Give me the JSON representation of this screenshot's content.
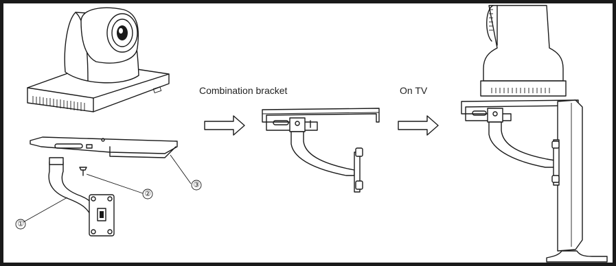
{
  "labels": {
    "combination": "Combination bracket",
    "on_tv": "On TV"
  },
  "callouts": {
    "part1": "①",
    "part2": "②",
    "part3": "③"
  },
  "colors": {
    "line": "#1a1a1a",
    "background": "#ffffff",
    "frame": "#1a1a1a"
  }
}
